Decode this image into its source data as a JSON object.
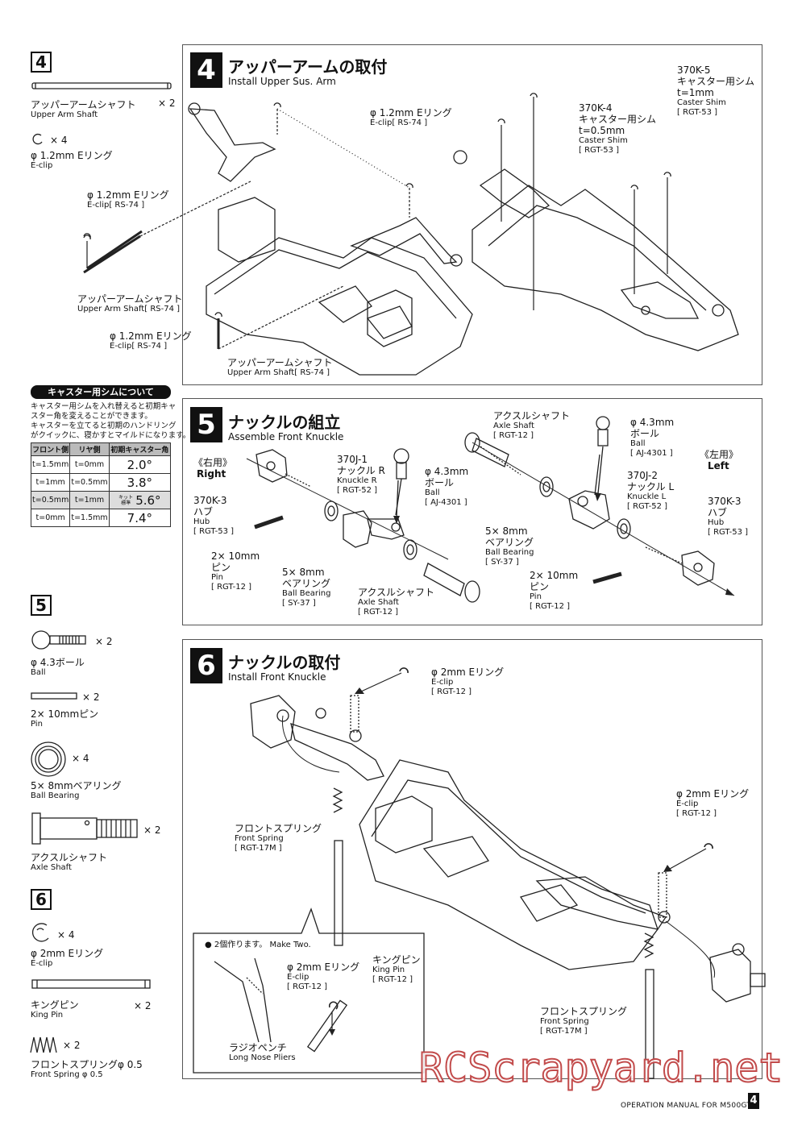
{
  "sidebar": {
    "step4": {
      "num": "4",
      "shaft_jp": "アッパーアームシャフト",
      "shaft_en": "Upper Arm Shaft",
      "shaft_qty": "× 2",
      "eclip_qty": "× 4",
      "eclip_jp": "φ 1.2mm Eリング",
      "eclip_en": "E-clip"
    },
    "caster": {
      "title": "キャスター用シムについて",
      "note": [
        "キャスター用シムを入れ替えると初期キャ",
        "スター角を変えることができます。",
        "キャスターを立てると初期のハンドリング",
        "がクイックに、寝かすとマイルドになります。"
      ],
      "headers": [
        "フロント側",
        "リヤ側",
        "初期キャスター角"
      ],
      "kit_label": [
        "キット",
        "標準"
      ],
      "rows": [
        {
          "front": "t=1.5mm",
          "rear": "t=0mm",
          "angle": "2.0°"
        },
        {
          "front": "t=1mm",
          "rear": "t=0.5mm",
          "angle": "3.8°"
        },
        {
          "front": "t=0.5mm",
          "rear": "t=1mm",
          "angle": "5.6°"
        },
        {
          "front": "t=0mm",
          "rear": "t=1.5mm",
          "angle": "7.4°"
        }
      ]
    },
    "step5": {
      "num": "5",
      "ball_qty": "× 2",
      "ball_jp": "φ 4.3ボール",
      "ball_en": "Ball",
      "pin_qty": "× 2",
      "pin_jp": "2× 10mmピン",
      "pin_en": "Pin",
      "bearing_qty": "× 4",
      "bearing_jp": "5× 8mmベアリング",
      "bearing_en": "Ball Bearing",
      "axle_qty": "× 2",
      "axle_jp": "アクスルシャフト",
      "axle_en": "Axle Shaft"
    },
    "step6": {
      "num": "6",
      "eclip_qty": "× 4",
      "eclip_jp": "φ 2mm Eリング",
      "eclip_en": "E-clip",
      "king_qty": "× 2",
      "king_jp": "キングピン",
      "king_en": "King Pin",
      "spring_qty": "× 2",
      "spring_jp": "フロントスプリングφ 0.5",
      "spring_en": "Front Spring φ 0.5"
    }
  },
  "panel4": {
    "num": "4",
    "title_jp": "アッパーアームの取付",
    "title_en": "Install Upper Sus. Arm",
    "labels": {
      "eclip_top_jp": "φ 1.2mm Eリング",
      "eclip_top_en": "E-clip[ RS-74 ]",
      "eclip_left_jp": "φ 1.2mm Eリング",
      "eclip_left_en": "E-clip[ RS-74 ]",
      "shaft_left_jp": "アッパーアームシャフト",
      "shaft_left_en": "Upper Arm Shaft[ RS-74 ]",
      "eclip_bot_jp": "φ 1.2mm Eリング",
      "eclip_bot_en": "E-clip[ RS-74 ]",
      "shaft_bot_jp": "アッパーアームシャフト",
      "shaft_bot_en": "Upper Arm Shaft[ RS-74 ]",
      "k4_code": "370K-4",
      "k4_jp": "キャスター用シム",
      "k4_t": "t=0.5mm",
      "k4_en": "Caster Shim",
      "k4_ref": "[ RGT-53 ]",
      "k5_code": "370K-5",
      "k5_jp": "キャスター用シム",
      "k5_t": "t=1mm",
      "k5_en": "Caster Shim",
      "k5_ref": "[ RGT-53 ]"
    }
  },
  "panel5": {
    "num": "5",
    "title_jp": "ナックルの組立",
    "title_en": "Assemble Front Knuckle",
    "labels": {
      "right_jp": "《右用》",
      "right_en": "Right",
      "left_jp": "《左用》",
      "left_en": "Left",
      "hubR_code": "370K-3",
      "hubR_jp": "ハブ",
      "hubR_en": "Hub",
      "hubR_ref": "[ RGT-53 ]",
      "hubL_code": "370K-3",
      "hubL_jp": "ハブ",
      "hubL_en": "Hub",
      "hubL_ref": "[ RGT-53 ]",
      "knR_code": "370J-1",
      "knR_jp": "ナックル R",
      "knR_en": "Knuckle R",
      "knR_ref": "[ RGT-52 ]",
      "knL_code": "370J-2",
      "knL_jp": "ナックル L",
      "knL_en": "Knuckle L",
      "knL_ref": "[ RGT-52 ]",
      "ballR_jp": "φ 4.3mm",
      "ballR_jp2": "ボール",
      "ballR_en": "Ball",
      "ballR_ref": "[ AJ-4301 ]",
      "ballL_jp": "φ 4.3mm",
      "ballL_jp2": "ボール",
      "ballL_en": "Ball",
      "ballL_ref": "[ AJ-4301 ]",
      "axleT_jp": "アクスルシャフト",
      "axleT_en": "Axle Shaft",
      "axleT_ref": "[ RGT-12 ]",
      "axleB_jp": "アクスルシャフト",
      "axleB_en": "Axle Shaft",
      "axleB_ref": "[ RGT-12 ]",
      "brgL_jp": "5× 8mm",
      "brgL_jp2": "ベアリング",
      "brgL_en": "Ball Bearing",
      "brgL_ref": "[ SY-37 ]",
      "brgR_jp": "5× 8mm",
      "brgR_jp2": "ベアリング",
      "brgR_en": "Ball Bearing",
      "brgR_ref": "[ SY-37 ]",
      "pinL_jp": "2× 10mm",
      "pinL_jp2": "ピン",
      "pinL_en": "Pin",
      "pinL_ref": "[ RGT-12 ]",
      "pinR_jp": "2× 10mm",
      "pinR_jp2": "ピン",
      "pinR_en": "Pin",
      "pinR_ref": "[ RGT-12 ]"
    }
  },
  "panel6": {
    "num": "6",
    "title_jp": "ナックルの取付",
    "title_en": "Install Front Knuckle",
    "labels": {
      "ec1_jp": "φ 2mm Eリング",
      "ec1_en": "E-clip",
      "ec1_ref": "[ RGT-12 ]",
      "ec2_jp": "φ 2mm Eリング",
      "ec2_en": "E-clip",
      "ec2_ref": "[ RGT-12 ]",
      "spr1_jp": "フロントスプリング",
      "spr1_en": "Front Spring",
      "spr1_ref": "[ RGT-17M ]",
      "spr2_jp": "フロントスプリング",
      "spr2_en": "Front Spring",
      "spr2_ref": "[ RGT-17M ]",
      "inset_note": "● 2個作ります。  Make Two.",
      "in_ec_jp": "φ 2mm Eリング",
      "in_ec_en": "E-clip",
      "in_ec_ref": "[ RGT-12 ]",
      "in_kp_jp": "キングピン",
      "in_kp_en": "King Pin",
      "in_kp_ref": "[ RGT-12 ]",
      "in_pl_jp": "ラジオペンチ",
      "in_pl_en": "Long Nose Pliers"
    }
  },
  "footer": {
    "manual": "OPERATION MANUAL FOR M500GT",
    "page": "4"
  },
  "watermark": "RCScrapyard.net"
}
